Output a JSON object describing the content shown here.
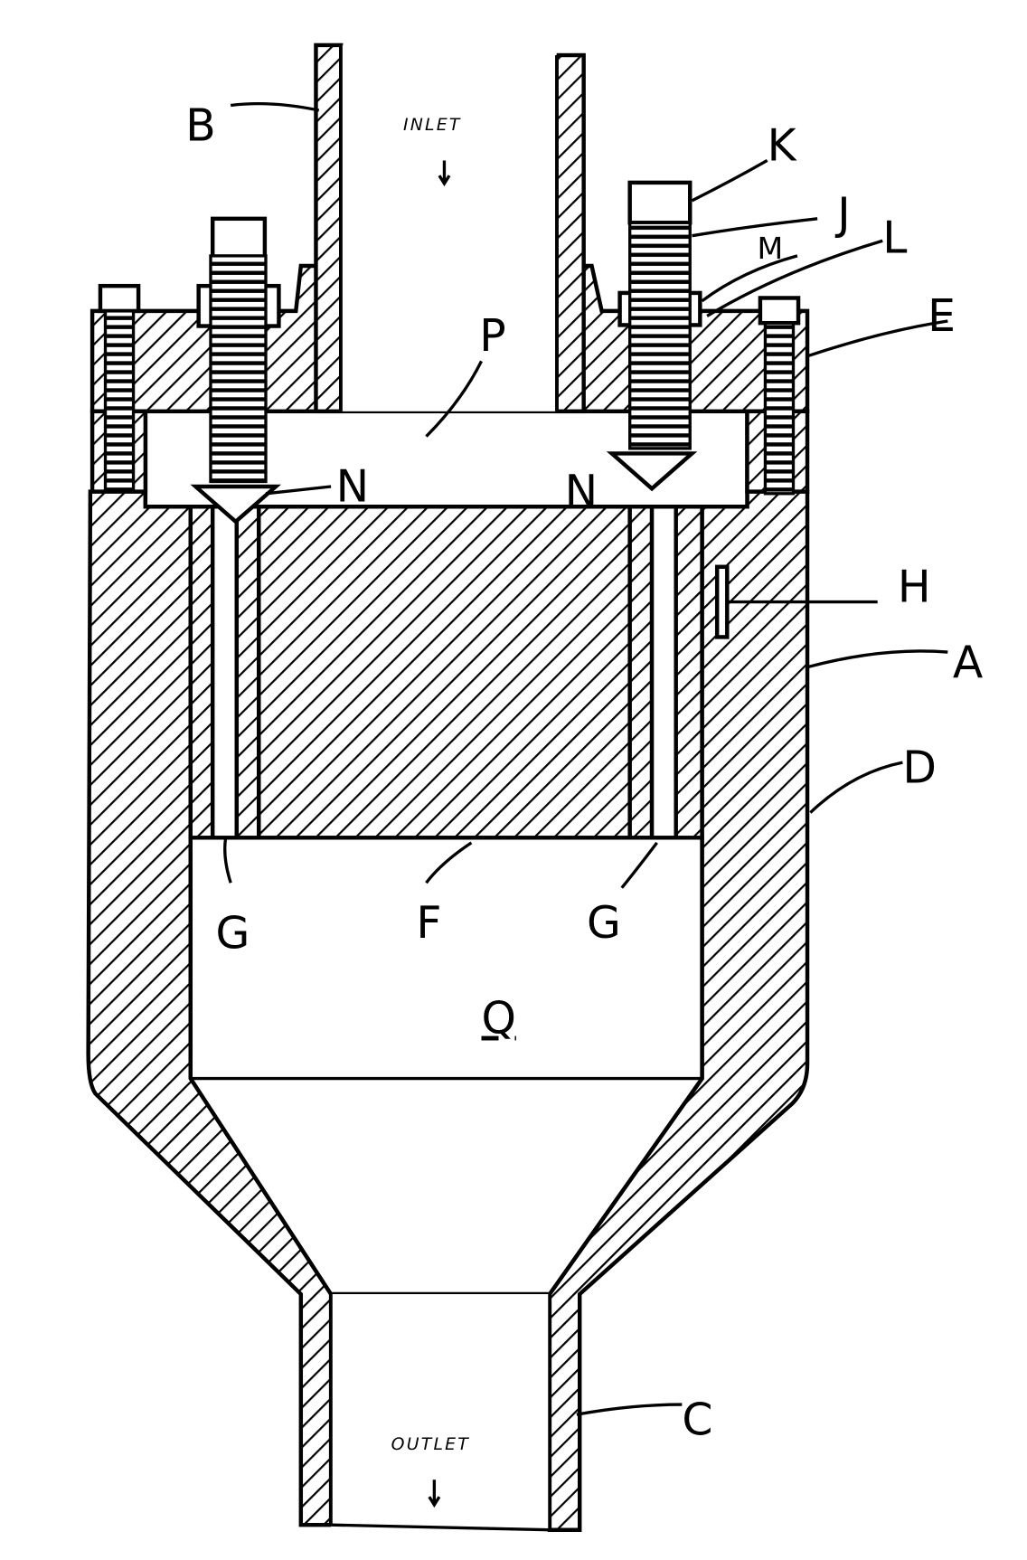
{
  "labels": {
    "A": "A",
    "B": "B",
    "C": "C",
    "D": "D",
    "E": "E",
    "F": "F",
    "G1": "G",
    "G2": "G",
    "H": "H",
    "J": "J",
    "K": "K",
    "L": "L",
    "M": "M",
    "N1": "N",
    "N2": "N",
    "P": "P",
    "Q": "Q"
  },
  "inlet_text": "INLET",
  "outlet_text": "OUTLET",
  "colors": {
    "ink": "#000000",
    "paper": "#ffffff"
  }
}
